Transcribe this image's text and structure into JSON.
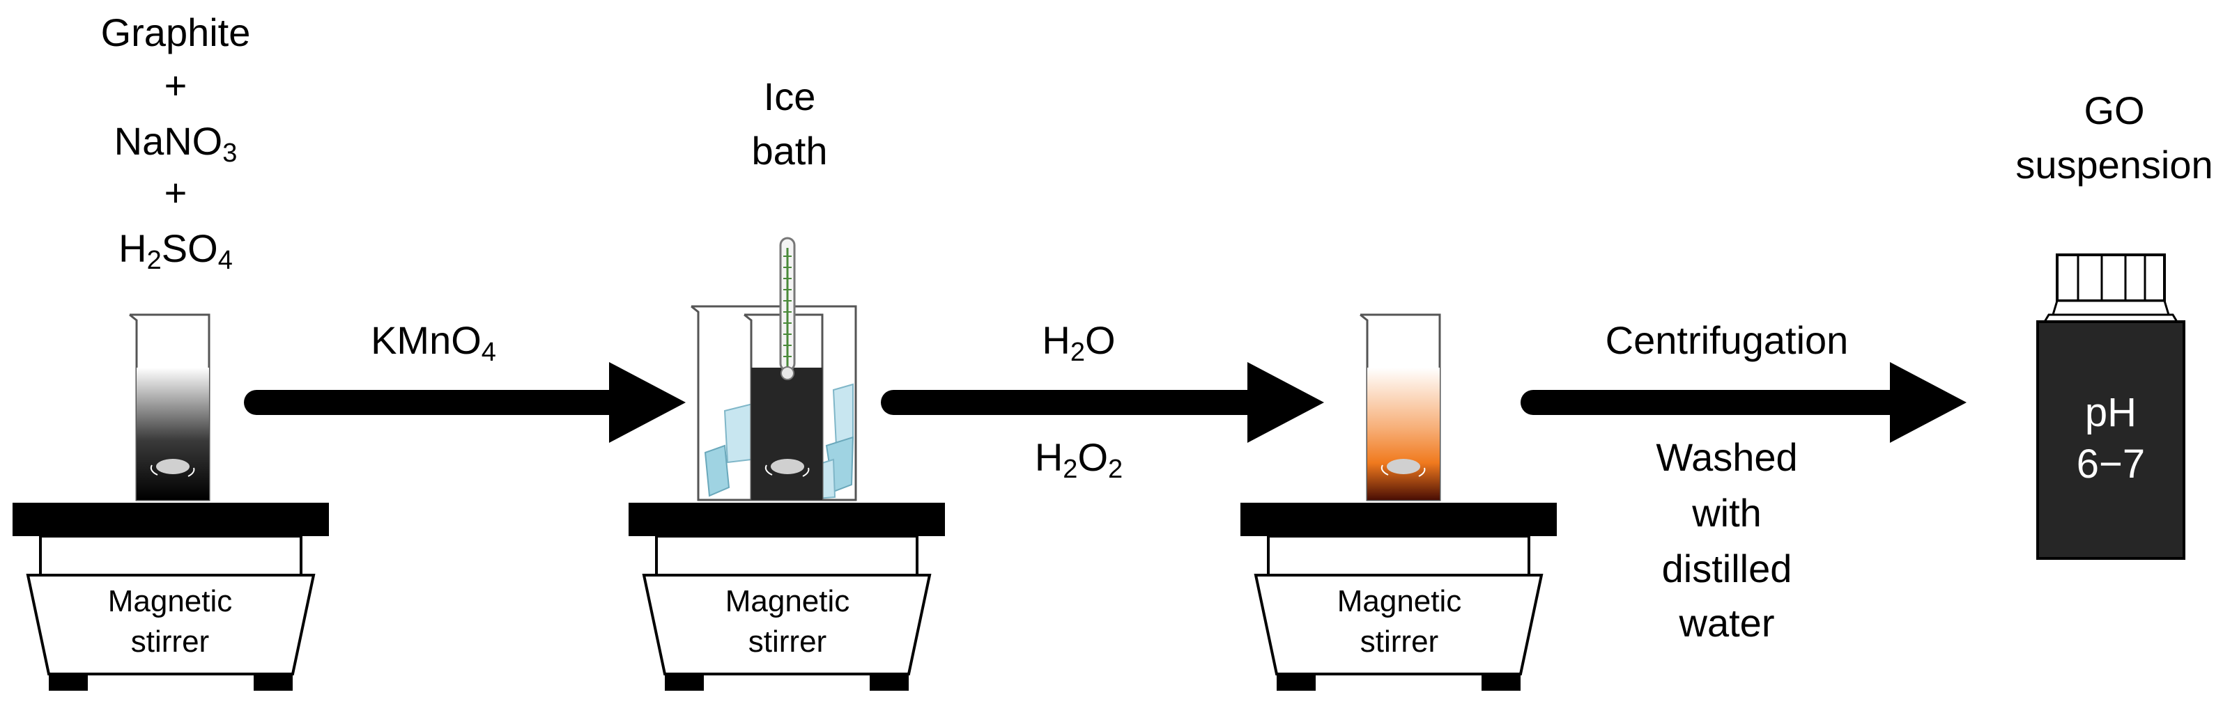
{
  "step1": {
    "reagents": [
      "Graphite",
      "+",
      "NaNO",
      "3",
      "+",
      "H",
      "2",
      "SO",
      "4"
    ],
    "stirrer": [
      "Magnetic",
      "stirrer"
    ]
  },
  "arrow1": {
    "label_main": "KMnO",
    "label_sub": "4"
  },
  "step2": {
    "label": [
      "Ice",
      "bath"
    ],
    "stirrer": [
      "Magnetic",
      "stirrer"
    ]
  },
  "arrow2": {
    "top_main": "H",
    "top_sub": "2",
    "top_tail": "O",
    "bottom_main": "H",
    "bottom_sub1": "2",
    "bottom_mid": "O",
    "bottom_sub2": "2"
  },
  "step3": {
    "stirrer": [
      "Magnetic",
      "stirrer"
    ]
  },
  "arrow3": {
    "top": "Centrifugation",
    "bottom": [
      "Washed",
      "with",
      "distilled",
      "water"
    ]
  },
  "product": {
    "label": [
      "GO",
      "suspension"
    ],
    "ph": [
      "pH",
      "6−7"
    ]
  },
  "colors": {
    "black": "#000000",
    "beaker_dark": "#262626",
    "ice": "#c8e6f0",
    "ice_dark": "#9fd3e2",
    "go_orange": "#f07a1e",
    "go_brown": "#5a1406"
  }
}
